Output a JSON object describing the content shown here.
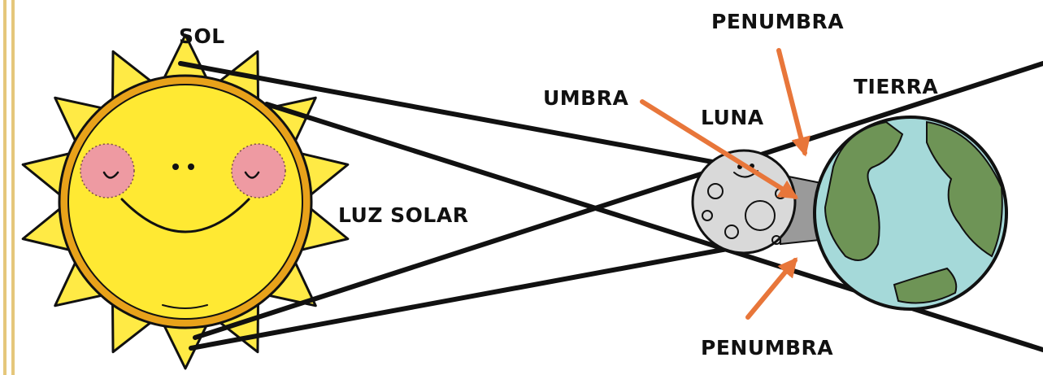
{
  "labels": {
    "sun": "SOL",
    "sunlight": "LUZ SOLAR",
    "moon": "LUNA",
    "earth": "TIERRA",
    "umbra": "UMBRA",
    "penumbra_top": "PENUMBRA",
    "penumbra_bottom": "PENUMBRA"
  },
  "colors": {
    "sun_fill": "#FFE933",
    "sun_ray_fill": "#FFEA45",
    "sun_outline": "#E8A21A",
    "cheek": "#EE9AA2",
    "moon_fill": "#D9D9D9",
    "umbra_shade": "#9A9A9A",
    "ocean": "#A5D9D9",
    "land": "#6E9456",
    "arrow": "#E8763A",
    "line": "#111111",
    "border": "#E5C77B"
  }
}
